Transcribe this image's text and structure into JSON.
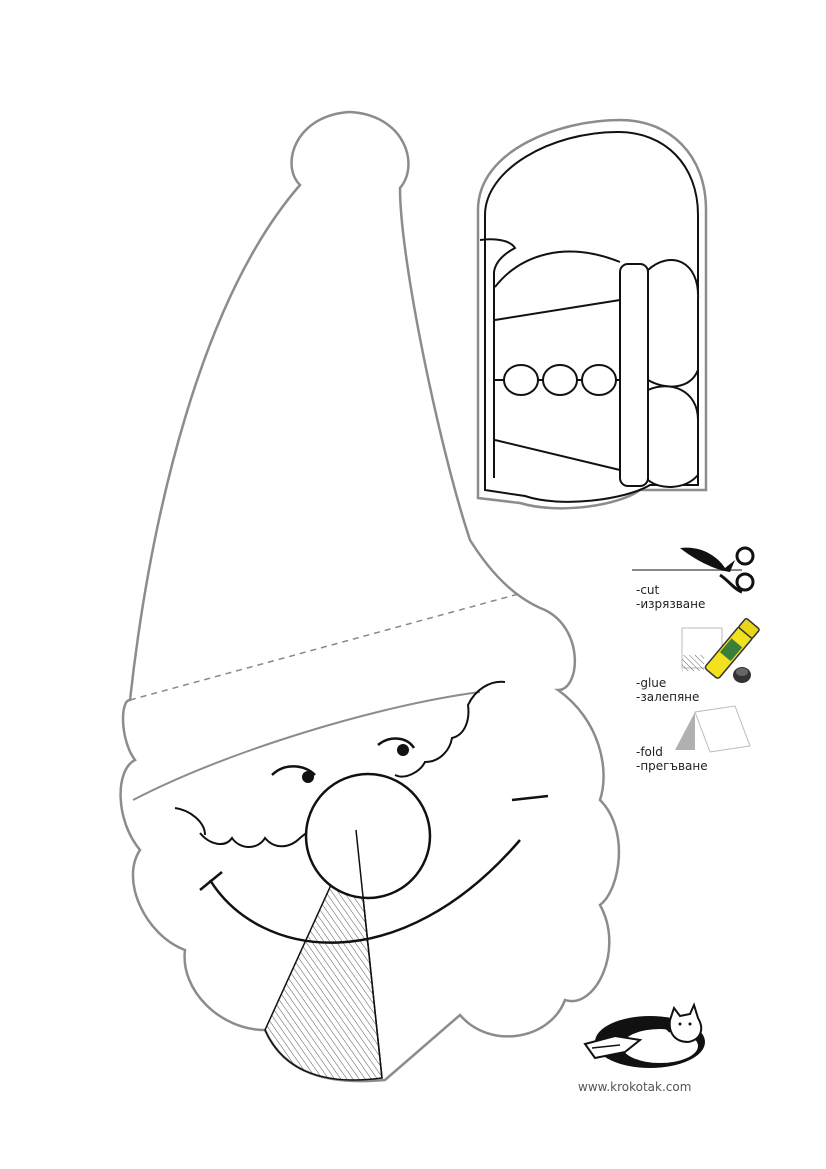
{
  "legend": {
    "cut": {
      "label_en": "-cut",
      "label_bg": "-изрязване"
    },
    "glue": {
      "label_en": "-glue",
      "label_bg": "-залепяне"
    },
    "fold": {
      "label_en": "-fold",
      "label_bg": "-прегъване"
    }
  },
  "footer": {
    "url": "www.krokotak.com"
  },
  "colors": {
    "outline": "#8c8c8c",
    "ink": "#111111",
    "hatch": "#555555",
    "fold_tri": "#b0b0b0"
  }
}
